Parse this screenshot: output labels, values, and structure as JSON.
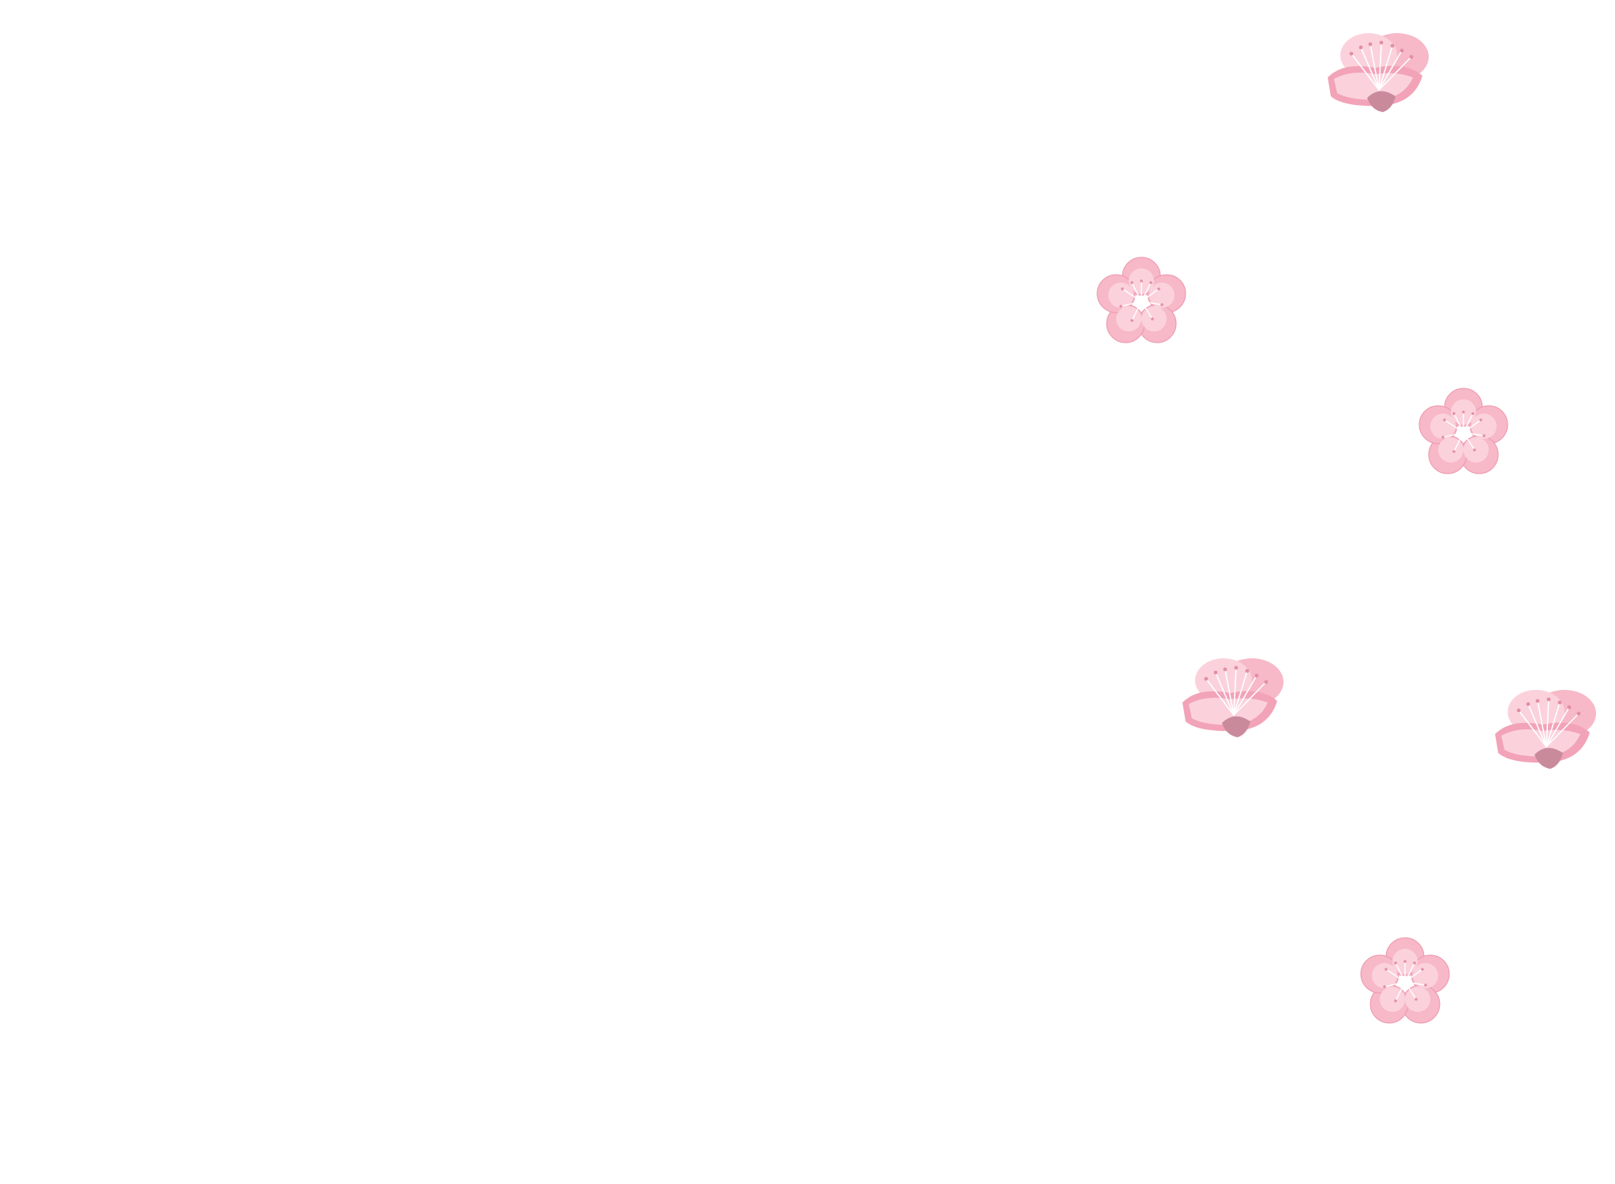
{
  "background_color": "#ffffff",
  "colors": {
    "petal_light": "#fbd2dc",
    "petal_mid": "#f7b8c8",
    "petal_dark": "#f2a3b8",
    "petal_edge": "#ec97ad",
    "calyx": "#c98a9c",
    "stamen": "#ffffff",
    "anther": "#e28fa6"
  },
  "blossoms": [
    {
      "icon": "cherry-blossom-side-icon",
      "view": "side"
    },
    {
      "icon": "cherry-blossom-front-icon",
      "view": "front"
    },
    {
      "icon": "cherry-blossom-front-icon",
      "view": "front"
    },
    {
      "icon": "cherry-blossom-side-icon",
      "view": "side"
    },
    {
      "icon": "cherry-blossom-side-icon",
      "view": "side"
    },
    {
      "icon": "cherry-blossom-front-icon",
      "view": "front"
    }
  ]
}
